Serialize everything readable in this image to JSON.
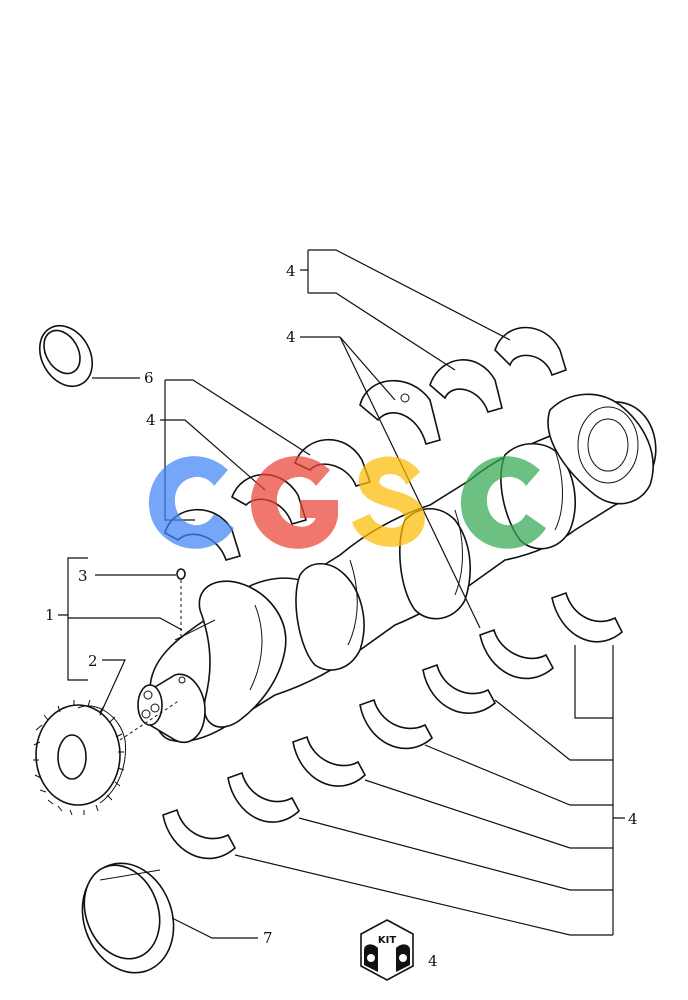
{
  "callouts": {
    "c1": "1",
    "c2": "2",
    "c3": "3",
    "c4_top": "4",
    "c4_upper": "4",
    "c4_mid": "4",
    "c4_right": "4",
    "c4_kit": "4",
    "c6": "6",
    "c7": "7"
  },
  "watermark": {
    "letters": [
      "C",
      "G",
      "S",
      "C"
    ],
    "colors": [
      "#4285F4",
      "#EA4335",
      "#FBBC05",
      "#34A853"
    ]
  },
  "kit_badge": {
    "text": "KIT"
  },
  "colors": {
    "line": "#111111",
    "background": "#ffffff"
  }
}
